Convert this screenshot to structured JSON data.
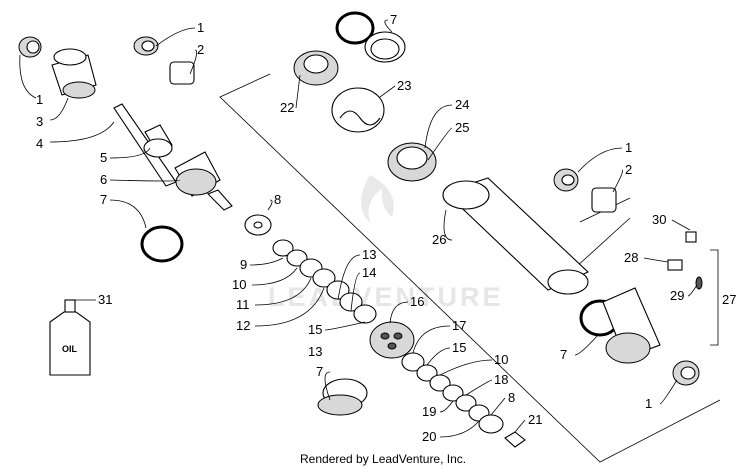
{
  "credit": "Rendered by LeadVenture, Inc.",
  "watermark": "LEADVENTURE",
  "oil_bottle_label": "OIL",
  "callouts": [
    {
      "id": "c1a",
      "text": "1"
    },
    {
      "id": "c2a",
      "text": "2"
    },
    {
      "id": "c1b",
      "text": "1"
    },
    {
      "id": "c3",
      "text": "3"
    },
    {
      "id": "c4",
      "text": "4"
    },
    {
      "id": "c5",
      "text": "5"
    },
    {
      "id": "c6",
      "text": "6"
    },
    {
      "id": "c7a",
      "text": "7"
    },
    {
      "id": "c8a",
      "text": "8"
    },
    {
      "id": "c9",
      "text": "9"
    },
    {
      "id": "c10a",
      "text": "10"
    },
    {
      "id": "c11",
      "text": "11"
    },
    {
      "id": "c12",
      "text": "12"
    },
    {
      "id": "c13a",
      "text": "13"
    },
    {
      "id": "c14",
      "text": "14"
    },
    {
      "id": "c15a",
      "text": "15"
    },
    {
      "id": "c13b",
      "text": "13"
    },
    {
      "id": "c16",
      "text": "16"
    },
    {
      "id": "c17",
      "text": "17"
    },
    {
      "id": "c15b",
      "text": "15"
    },
    {
      "id": "c10b",
      "text": "10"
    },
    {
      "id": "c18",
      "text": "18"
    },
    {
      "id": "c7b",
      "text": "7"
    },
    {
      "id": "c19",
      "text": "19"
    },
    {
      "id": "c8b",
      "text": "8"
    },
    {
      "id": "c21",
      "text": "21"
    },
    {
      "id": "c20",
      "text": "20"
    },
    {
      "id": "c7c",
      "text": "7"
    },
    {
      "id": "c22",
      "text": "22"
    },
    {
      "id": "c23",
      "text": "23"
    },
    {
      "id": "c24",
      "text": "24"
    },
    {
      "id": "c25",
      "text": "25"
    },
    {
      "id": "c26",
      "text": "26"
    },
    {
      "id": "c1c",
      "text": "1"
    },
    {
      "id": "c2b",
      "text": "2"
    },
    {
      "id": "c30",
      "text": "30"
    },
    {
      "id": "c28",
      "text": "28"
    },
    {
      "id": "c29",
      "text": "29"
    },
    {
      "id": "c27",
      "text": "27"
    },
    {
      "id": "c7d",
      "text": "7"
    },
    {
      "id": "c1d",
      "text": "1"
    },
    {
      "id": "c31",
      "text": "31"
    }
  ]
}
